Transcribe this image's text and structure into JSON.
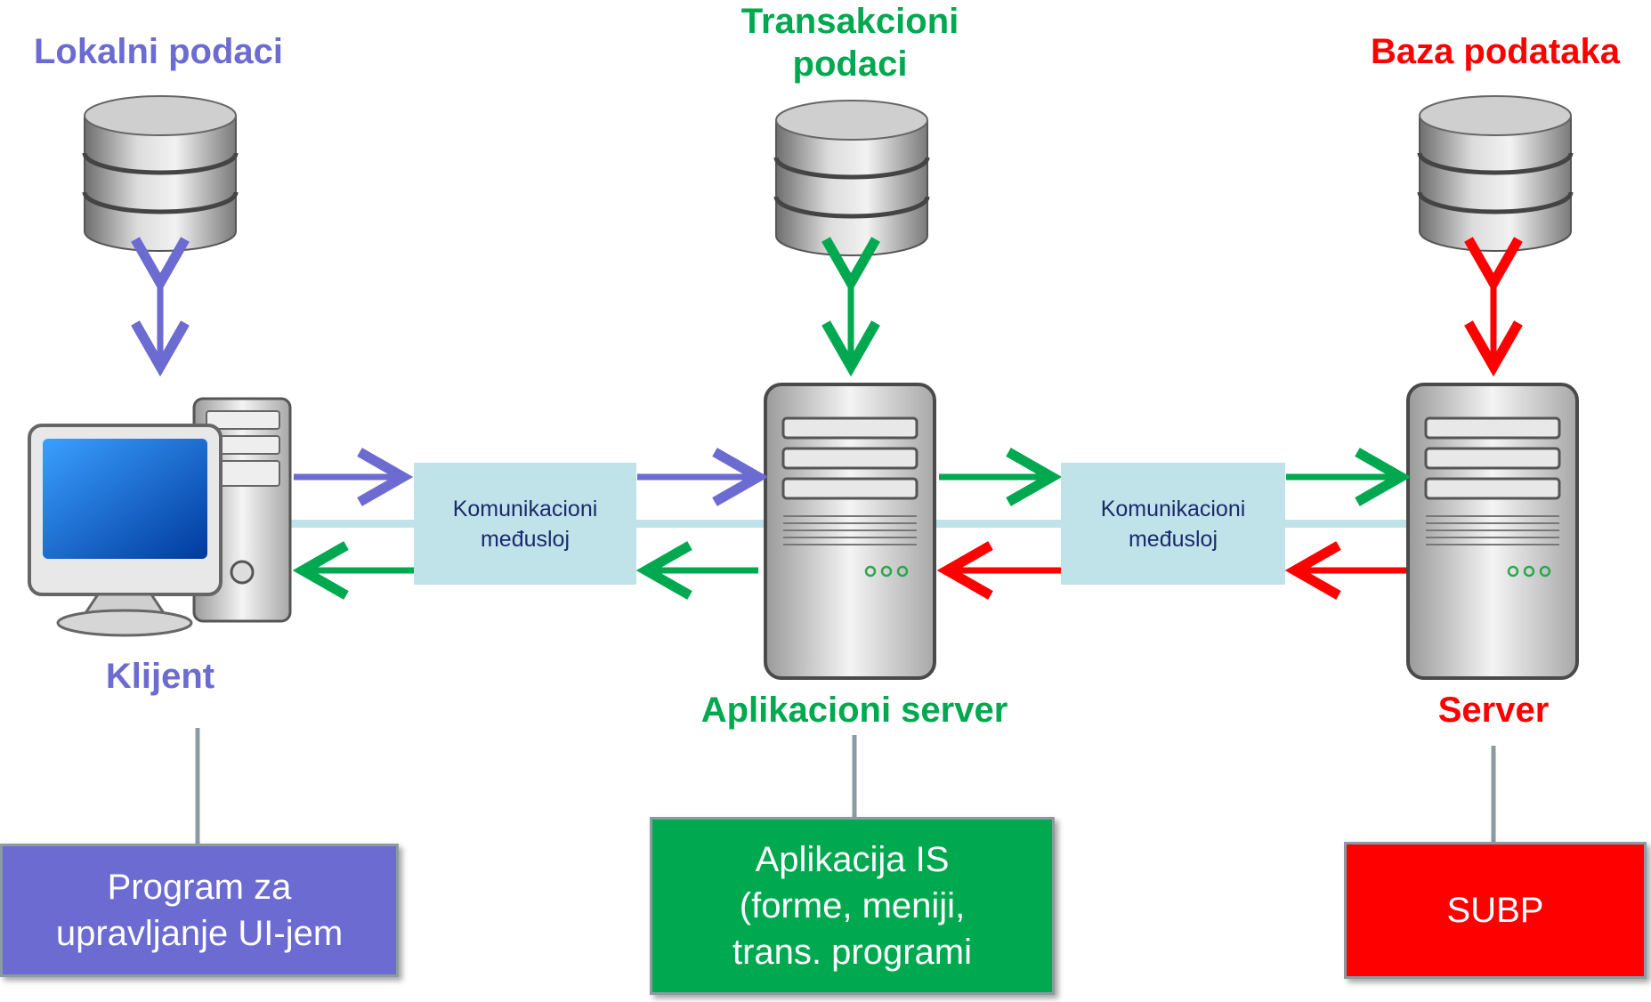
{
  "labels": {
    "local_data": "Lokalni podaci",
    "trans_data_l1": "Transakcioni",
    "trans_data_l2": "podaci",
    "database": "Baza podataka",
    "client": "Klijent",
    "app_server": "Aplikacioni server",
    "server": "Server"
  },
  "middleware": [
    {
      "line1": "Komunikacioni",
      "line2": "međusloj"
    },
    {
      "line1": "Komunikacioni",
      "line2": "međusloj"
    }
  ],
  "boxes": {
    "client_program": [
      "Program za",
      "upravljanje UI-jem"
    ],
    "app_is": [
      "Aplikacija IS",
      "(forme, meniji,",
      "trans. programi"
    ],
    "dbms": [
      "SUBP"
    ]
  },
  "colors": {
    "client": "#6b6bd1",
    "app": "#00a84f",
    "db": "#ff0000",
    "middleware": "#bfe3e8"
  }
}
